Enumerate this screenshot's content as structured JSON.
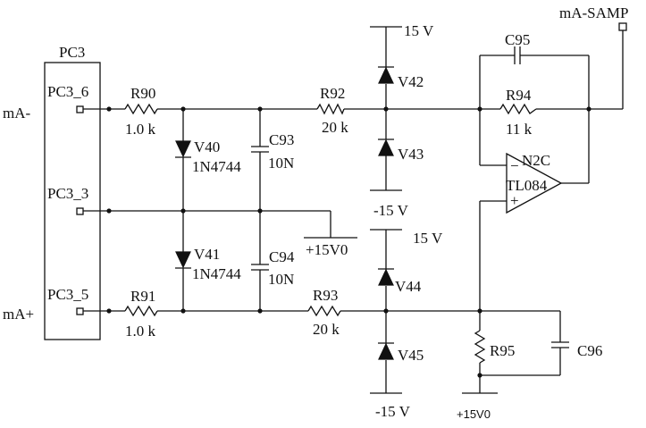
{
  "labels": {
    "connector_ref": "PC3",
    "pin_6": "PC3_6",
    "pin_3": "PC3_3",
    "pin_5": "PC3_5",
    "net_ma_minus": "mA-",
    "net_ma_plus": "mA+",
    "net_ma_samp": "mA-SAMP",
    "r90_ref": "R90",
    "r90_val": "1.0 k",
    "r91_ref": "R91",
    "r91_val": "1.0 k",
    "v40_ref": "V40",
    "v40_part": "1N4744",
    "v41_ref": "V41",
    "v41_part": "1N4744",
    "c93_ref": "C93",
    "c93_val": "10N",
    "c94_ref": "C94",
    "c94_val": "10N",
    "gnd_net": "+15V0",
    "r92_ref": "R92",
    "r92_val": "20 k",
    "r93_ref": "R93",
    "r93_val": "20 k",
    "v42_ref": "V42",
    "v43_ref": "V43",
    "v44_ref": "V44",
    "v45_ref": "V45",
    "rail_15v_top": "15 V",
    "rail_m15v_mid": "-15 V",
    "rail_15v_mid": "15 V",
    "rail_m15v_bot": "-15 V",
    "c95_ref": "C95",
    "r94_ref": "R94",
    "r94_val": "11 k",
    "opamp_ref": "N2C",
    "opamp_part": "TL084",
    "opamp_minus": "−",
    "opamp_plus": "+",
    "r95_ref": "R95",
    "c96_ref": "C96",
    "gnd_net_bottom": "+15V0"
  }
}
